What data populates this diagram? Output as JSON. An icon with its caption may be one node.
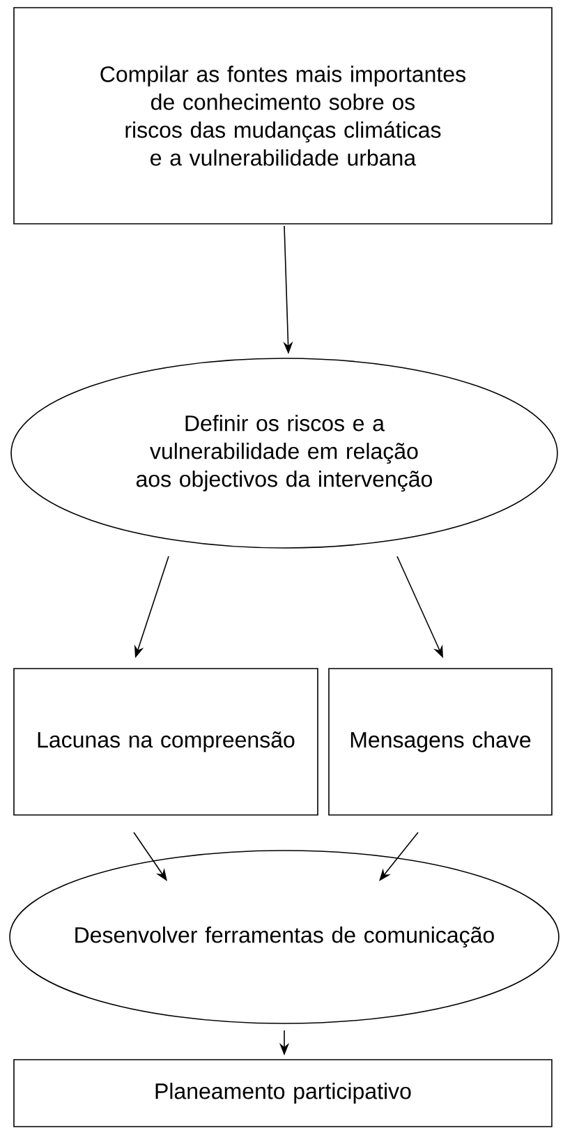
{
  "diagram": {
    "nodes": [
      {
        "text": [
          "Compilar as fontes mais importantes de conhecimento sobre os riscos das mudanças climáticas e a vulnerabilidade urbana"
        ]
      },
      {
        "text": [
          "Definir os riscos e a vulnerabilidade em relação aos objectivos da intervenção"
        ]
      },
      {
        "text": [
          "Lacunas na compreensão"
        ]
      },
      {
        "text": [
          "Mensagens chave"
        ]
      },
      {
        "text": [
          "Desenvolver ferramentas de comunicação"
        ]
      },
      {
        "text": [
          "Planeamento participativo"
        ]
      }
    ],
    "edges": [
      {
        "from": 0,
        "to": 1,
        "arrow": "to"
      },
      {
        "from": 1,
        "to": 2,
        "arrow": "to"
      },
      {
        "from": 1,
        "to": 3,
        "arrow": "to"
      },
      {
        "from": 2,
        "to": 4,
        "arrow": "to"
      },
      {
        "from": 3,
        "to": 4,
        "arrow": "to"
      },
      {
        "from": 4,
        "to": 5,
        "arrow": "to"
      }
    ]
  }
}
